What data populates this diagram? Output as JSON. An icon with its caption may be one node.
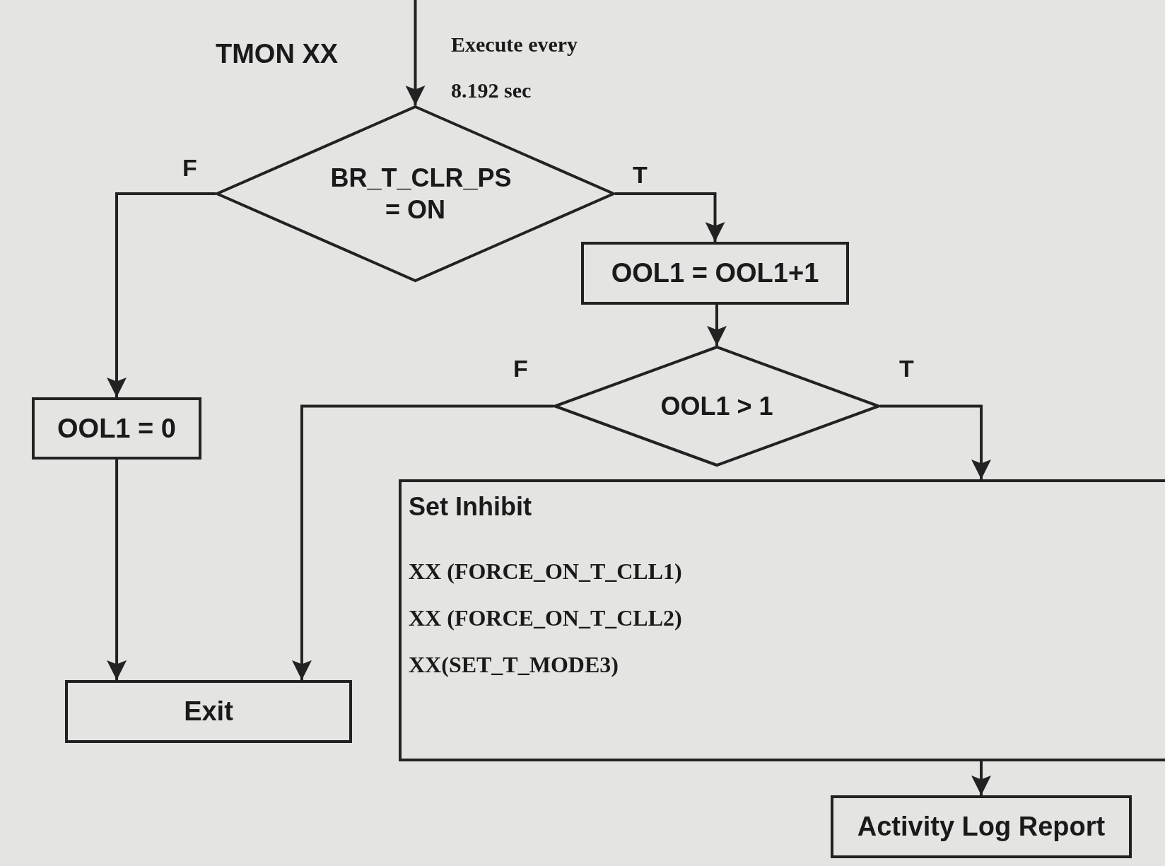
{
  "diagram": {
    "nodes": [
      {
        "text": [
          "BR_T_CLR_PS = ON"
        ]
      },
      {
        "text": [
          "OOL1 = OOL1+1"
        ]
      },
      {
        "text": [
          "OOL1 > 1"
        ]
      },
      {
        "text": [
          "OOL1 = 0"
        ]
      },
      {
        "text": [
          "Exit"
        ]
      },
      {
        "text": [
          "Set Inhibit",
          "XX (FORCE_ON_T_CLL1)",
          "XX (FORCE_ON_T_CLL2)",
          "XX(SET_T_MODE3)"
        ]
      },
      {
        "text": [
          "Activity Log Report"
        ]
      }
    ],
    "edges": [
      {
        "from": null,
        "to": 0,
        "arrow": "to"
      },
      {
        "from": 0,
        "to": 1,
        "arrow": "to",
        "label": "T"
      },
      {
        "from": 0,
        "to": 3,
        "arrow": "to",
        "label": "F"
      },
      {
        "from": 1,
        "to": 2,
        "arrow": "to"
      },
      {
        "from": 2,
        "to": 4,
        "arrow": "to",
        "label": "F"
      },
      {
        "from": 2,
        "to": 5,
        "arrow": "to",
        "label": "T"
      },
      {
        "from": 3,
        "to": 4,
        "arrow": "to"
      },
      {
        "from": 5,
        "to": 6,
        "arrow": "to"
      }
    ],
    "labels": [
      "TMON XX",
      "Execute every",
      "8.192 sec"
    ]
  }
}
